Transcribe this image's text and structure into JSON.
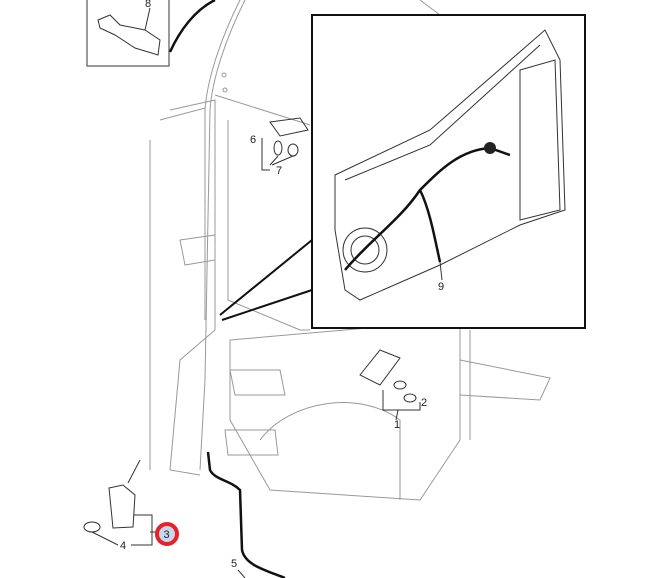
{
  "diagram": {
    "callouts": [
      "1",
      "2",
      "3",
      "4",
      "5",
      "6",
      "7",
      "8",
      "9"
    ],
    "highlighted_callout": "3",
    "colors": {
      "highlight_ring": "#e8202a",
      "highlight_fill": "#c8d8ec"
    }
  }
}
